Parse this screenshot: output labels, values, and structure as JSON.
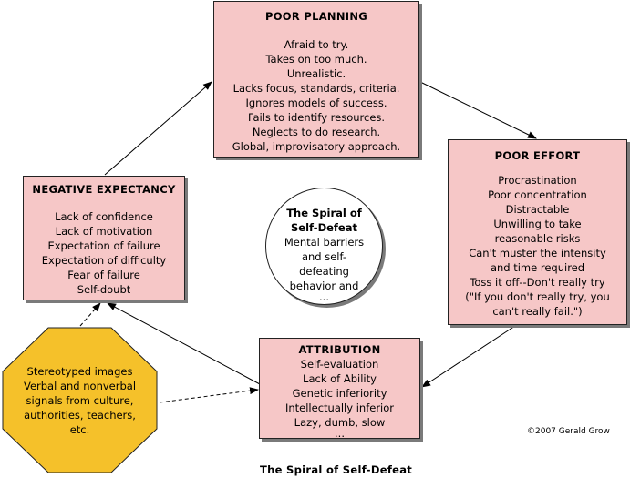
{
  "poor_planning": {
    "title": "POOR PLANNING",
    "items": [
      "Afraid to try.",
      "Takes on too much.",
      "Unrealistic.",
      "Lacks focus, standards, criteria.",
      "Ignores models of success.",
      "Fails to identify resources.",
      "Neglects to do research.",
      "Global, improvisatory approach."
    ]
  },
  "poor_effort": {
    "title": "POOR EFFORT",
    "items": [
      "Procrastination",
      "Poor concentration",
      "Distractable",
      "Unwilling to take reasonable risks",
      "Can't muster the intensity and time required",
      "Toss it off--Don't really try",
      "(\"If you don't really try, you can't really fail.\")"
    ]
  },
  "negative_expectancy": {
    "title": "NEGATIVE EXPECTANCY",
    "items": [
      "Lack of confidence",
      "Lack of motivation",
      "Expectation of failure",
      "Expectation of difficulty",
      "Fear of failure",
      "Self-doubt"
    ]
  },
  "attribution": {
    "title": "ATTRIBUTION",
    "items": [
      "Self-evaluation",
      "Lack of Ability",
      "Genetic inferiority",
      "Intellectually inferior",
      "Lazy, dumb, slow",
      "..."
    ]
  },
  "center": {
    "title_line1": "The Spiral of",
    "title_line2": "Self-Defeat",
    "body_lines": [
      "Mental barriers",
      "and self-",
      "defeating",
      "behavior and",
      "..."
    ]
  },
  "octagon": {
    "lines": [
      "Stereotyped images",
      "Verbal and nonverbal",
      "signals from culture,",
      "authorities, teachers,",
      "etc."
    ],
    "fill": "#f5c12a"
  },
  "copyright": "©2007 Gerald Grow",
  "caption": "The Spiral of Self-Defeat",
  "colors": {
    "box_fill": "#f6c7c7",
    "octagon_fill": "#f5c12a"
  }
}
